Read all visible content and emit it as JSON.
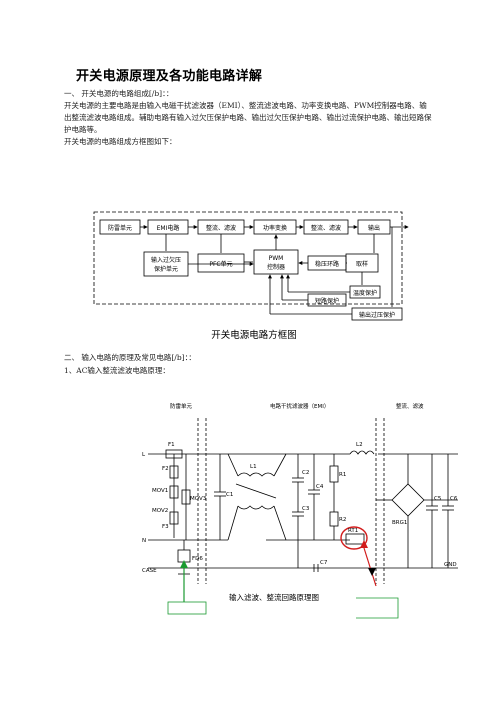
{
  "doc": {
    "title": "开关电源原理及各功能电路详解",
    "section1_heading": "一、  开关电源的电路组成[/b]：：",
    "section1_body": "开关电源的主要电路是由输入电磁干扰滤波器（EMI）、整流滤波电路、功率变换电路、PWM控制器电路、输出整流滤波电路组成。辅助电路有输入过欠压保护电路、输出过欠压保护电路、输出过流保护电路、输出短路保护电路等。",
    "section1_tail": "开关电源的电路组成方框图如下：",
    "section2_heading": "二、  输入电路的原理及常见电路[/b]：：",
    "section2_sub": "1、AC输入整流滤波电路原理："
  },
  "block_diagram": {
    "caption": "开关电源电路方框图",
    "blocks": {
      "surge": "防雷单元",
      "emi": "EMI电路",
      "rect": "整流、滤波",
      "power": "功率变换",
      "out_rect": "整流、滤波",
      "output": "输出",
      "in_prot_1": "输入过欠压",
      "in_prot_2": "保护单元",
      "pfc": "PFC单元",
      "pwm_1": "PWM",
      "pwm_2": "控制器",
      "reg": "稳压环路",
      "sample": "取样",
      "temp": "温度保护",
      "short": "短路保护",
      "ovp": "输出过压保护"
    }
  },
  "circuit_diagram": {
    "caption": "输入滤波、整流回路原理图",
    "sections": {
      "surge": "防雷单元",
      "emi": "电路干扰滤波器（EMI）",
      "rect": "整流、滤波"
    },
    "labels": {
      "L": "L",
      "N": "N",
      "CASE": "CASE",
      "GND": "GND",
      "F1": "F1",
      "F2": "F2",
      "F3": "F3",
      "MOV1": "MOV1",
      "MOV2": "MOV2",
      "MOV3": "MOV3",
      "FD6": "FD6",
      "C1": "C1",
      "L1": "L1",
      "C2": "C2",
      "C3": "C3",
      "C4": "C4",
      "R1": "R1",
      "R2": "R2",
      "RT1": "RT1",
      "L2": "L2",
      "BRG1": "BRG1",
      "C5": "C5",
      "C6": "C6",
      "C7": "C7"
    }
  }
}
